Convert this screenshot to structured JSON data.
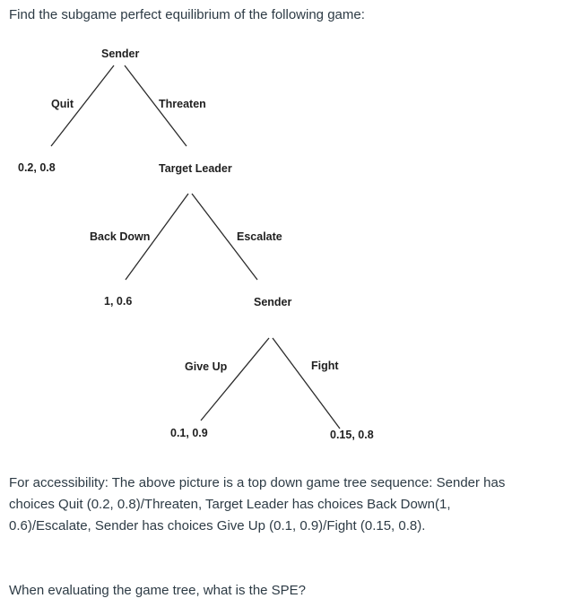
{
  "page": {
    "title": "Find the subgame perfect equilibrium of the following game:",
    "accessibility_text": "For accessibility: The above picture is a top down game tree sequence: Sender has choices Quit (0.2, 0.8)/Threaten, Target Leader has choices Back Down(1, 0.6)/Escalate, Sender has choices Give Up (0.1, 0.9)/Fight (0.15, 0.8).",
    "question": "When evaluating the game tree, what is the SPE?"
  },
  "colors": {
    "background": "#ffffff",
    "body_text": "#2d3b45",
    "tree_ink": "#2b2b2b"
  },
  "tree": {
    "players": [
      {
        "key": "sender1",
        "label": "Sender"
      },
      {
        "key": "target_leader",
        "label": "Target Leader"
      },
      {
        "key": "sender2",
        "label": "Sender"
      }
    ],
    "actions": [
      {
        "key": "quit",
        "label": "Quit"
      },
      {
        "key": "threaten",
        "label": "Threaten"
      },
      {
        "key": "back_down",
        "label": "Back Down"
      },
      {
        "key": "escalate",
        "label": "Escalate"
      },
      {
        "key": "give_up",
        "label": "Give Up"
      },
      {
        "key": "fight",
        "label": "Fight"
      }
    ],
    "payoffs": [
      {
        "key": "quit",
        "label": "0.2, 0.8"
      },
      {
        "key": "back_down",
        "label": "1, 0.6"
      },
      {
        "key": "give_up",
        "label": "0.1, 0.9"
      },
      {
        "key": "fight",
        "label": "0.15, 0.8"
      }
    ]
  }
}
